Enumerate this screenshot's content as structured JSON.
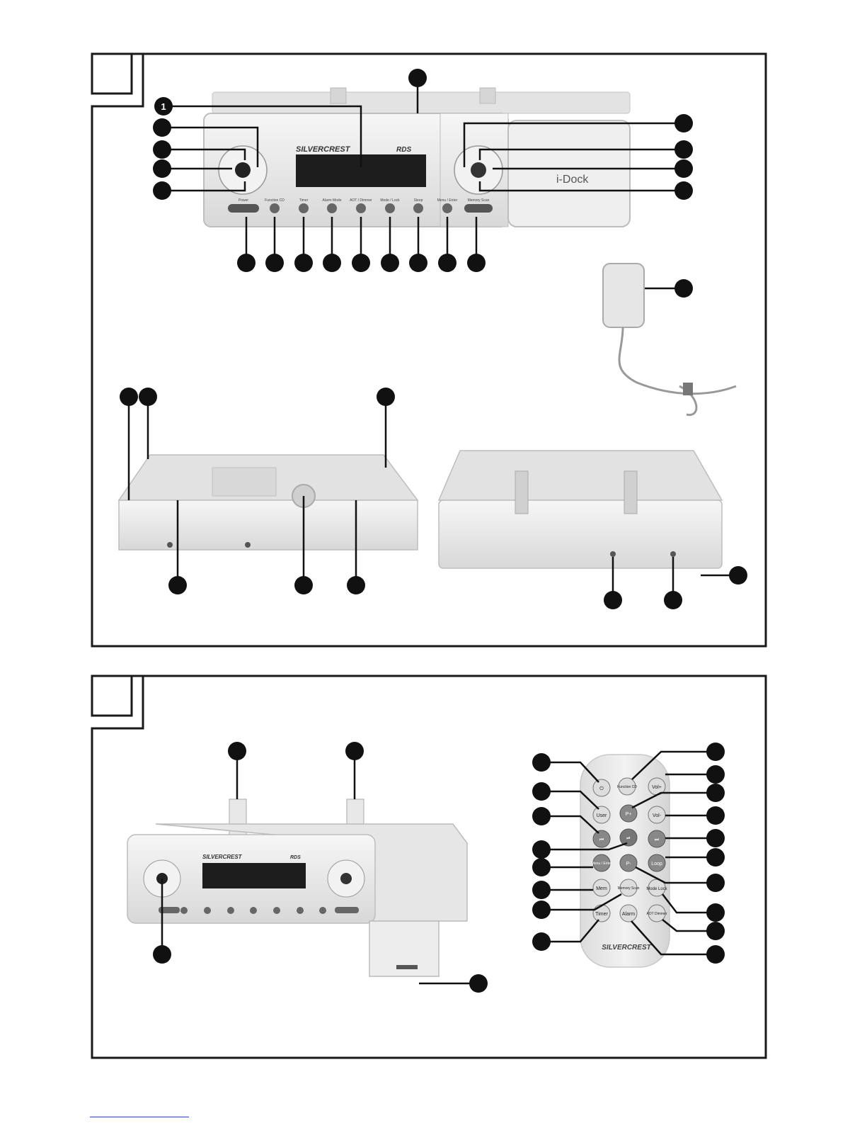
{
  "panels": [
    {
      "id": "A",
      "label": ""
    },
    {
      "id": "B",
      "label": ""
    }
  ],
  "device_text": {
    "brand": "SILVERCREST",
    "rds": "RDS",
    "idock": "i-Dock",
    "button_labels": [
      "Power",
      "Function CD",
      "Timer",
      "Alarm Mode",
      "AOT / Dimmer",
      "Mode / Lock",
      "Sleep",
      "Menu / Enter",
      "Memory Scan"
    ]
  },
  "callouts": {
    "front_top": "",
    "front_left": [
      "1",
      "",
      "",
      "",
      ""
    ],
    "front_right": [
      "",
      "",
      "",
      ""
    ],
    "front_bottom": [
      "",
      "",
      "",
      "",
      "",
      "",
      "",
      "",
      ""
    ],
    "adapter": "",
    "underside": [
      "",
      "",
      "",
      "",
      "",
      ""
    ],
    "back": [
      "",
      "",
      ""
    ],
    "fig2": [
      "",
      "",
      "",
      ""
    ],
    "remote_left": [
      "",
      "",
      "",
      "",
      "",
      "",
      "",
      ""
    ],
    "remote_right": [
      "",
      "",
      "",
      "",
      "",
      "",
      "",
      "",
      ""
    ]
  },
  "remote": {
    "buttons": [
      "⏻",
      "Function CD",
      "Vol+",
      "User",
      "P+",
      "Vol-",
      "⏮",
      "⏯",
      "⏭",
      "Menu / Enter",
      "P-",
      "Loop",
      "Mem",
      "Memory Scan",
      "Mode Lock",
      "Timer",
      "Alarm",
      "AOT Dimmer"
    ],
    "brand": "SILVERCREST"
  },
  "colors": {
    "frame": "#1a1a1a",
    "callout": "#111111",
    "device_body": "#ececec",
    "device_edge": "#b9b9b9",
    "display": "#1d1d1d"
  }
}
